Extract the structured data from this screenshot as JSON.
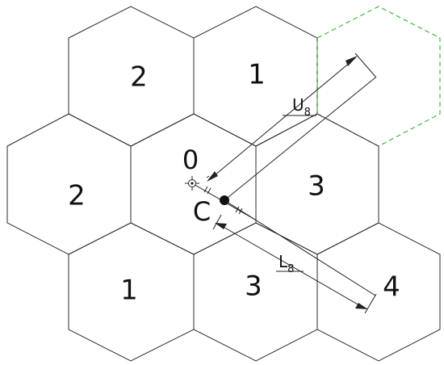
{
  "labels": {
    "origin": "0",
    "center": "C",
    "u_dim": "U",
    "u_dim_sub": "8",
    "l_dim": "L",
    "l_dim_sub": "8"
  },
  "cells": [
    {
      "id": "top-left",
      "text": "2"
    },
    {
      "id": "top-center",
      "text": "1"
    },
    {
      "id": "middle-left",
      "text": "2"
    },
    {
      "id": "middle-right",
      "text": "3"
    },
    {
      "id": "bottom-left",
      "text": "1"
    },
    {
      "id": "bottom-center",
      "text": "3"
    },
    {
      "id": "bottom-right",
      "text": "4"
    }
  ],
  "colors": {
    "outline": "#2b2b2b",
    "highlight": "#2fb52f"
  }
}
